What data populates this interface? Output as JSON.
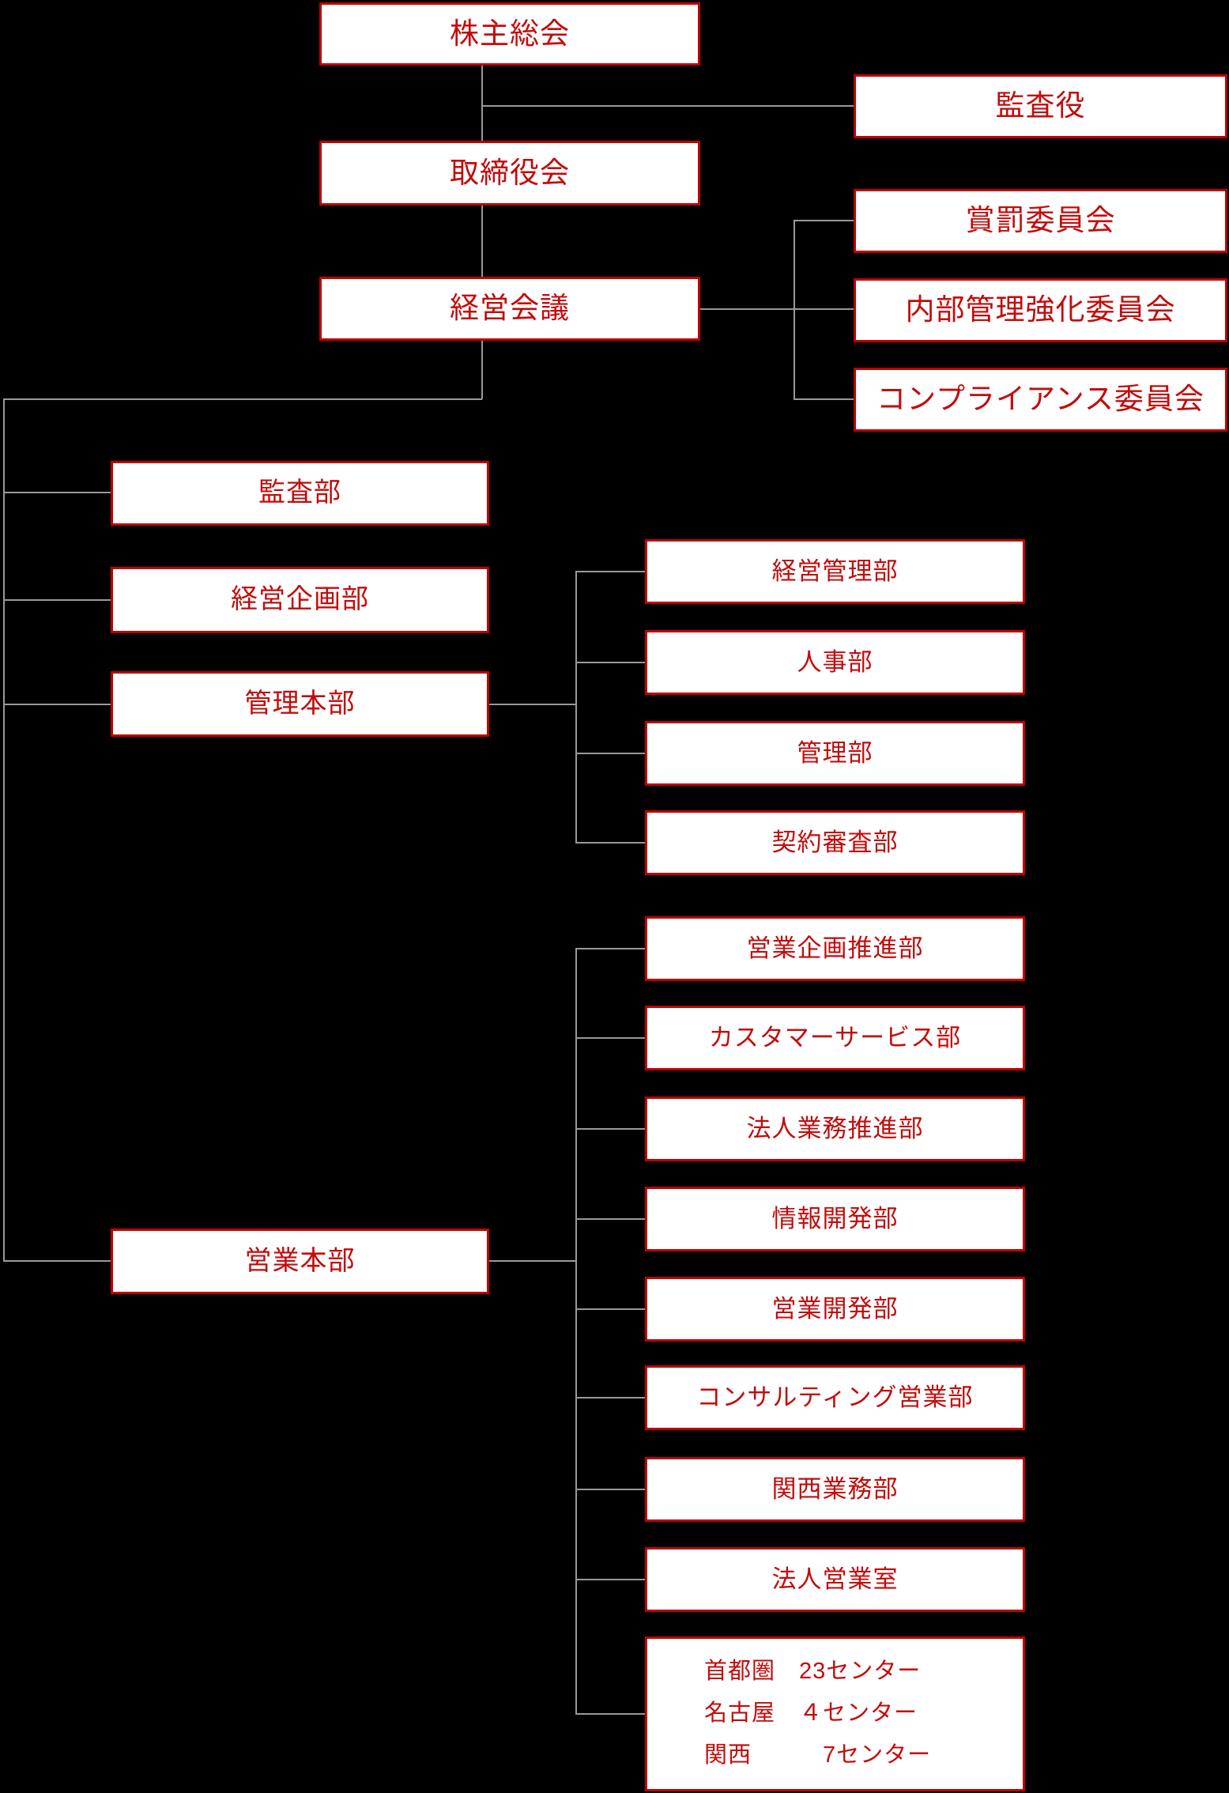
{
  "colors": {
    "background": "#000000",
    "box_fill": "#ffffff",
    "box_border": "#c00000",
    "text_red": "#c40b0b",
    "connector_gray": "#999999"
  },
  "nodes": {
    "shareholders_meeting": {
      "label": "株主総会"
    },
    "auditor": {
      "label": "監査役"
    },
    "board_of_directors": {
      "label": "取締役会"
    },
    "rewards_punishments_committee": {
      "label": "賞罰委員会"
    },
    "management_council": {
      "label": "経営会議"
    },
    "internal_control_committee": {
      "label": "内部管理強化委員会"
    },
    "compliance_committee": {
      "label": "コンプライアンス委員会"
    },
    "audit_dept": {
      "label": "監査部"
    },
    "corporate_planning_dept": {
      "label": "経営企画部"
    },
    "admin_headquarters": {
      "label": "管理本部"
    },
    "sales_headquarters": {
      "label": "営業本部"
    },
    "management_admin_dept": {
      "label": "経営管理部"
    },
    "hr_dept": {
      "label": "人事部"
    },
    "admin_dept": {
      "label": "管理部"
    },
    "contract_review_dept": {
      "label": "契約審査部"
    },
    "sales_planning_promotion_dept": {
      "label": "営業企画推進部"
    },
    "customer_service_dept": {
      "label": "カスタマーサービス部"
    },
    "corporate_business_promotion_dept": {
      "label": "法人業務推進部"
    },
    "information_development_dept": {
      "label": "情報開発部"
    },
    "sales_development_dept": {
      "label": "営業開発部"
    },
    "consulting_sales_dept": {
      "label": "コンサルティング営業部"
    },
    "kansai_business_dept": {
      "label": "関西業務部"
    },
    "corporate_sales_office": {
      "label": "法人営業室"
    },
    "centers": {
      "lines": [
        "首都圏　23センター",
        "名古屋　４センター",
        "関西　　　7センター"
      ]
    }
  }
}
